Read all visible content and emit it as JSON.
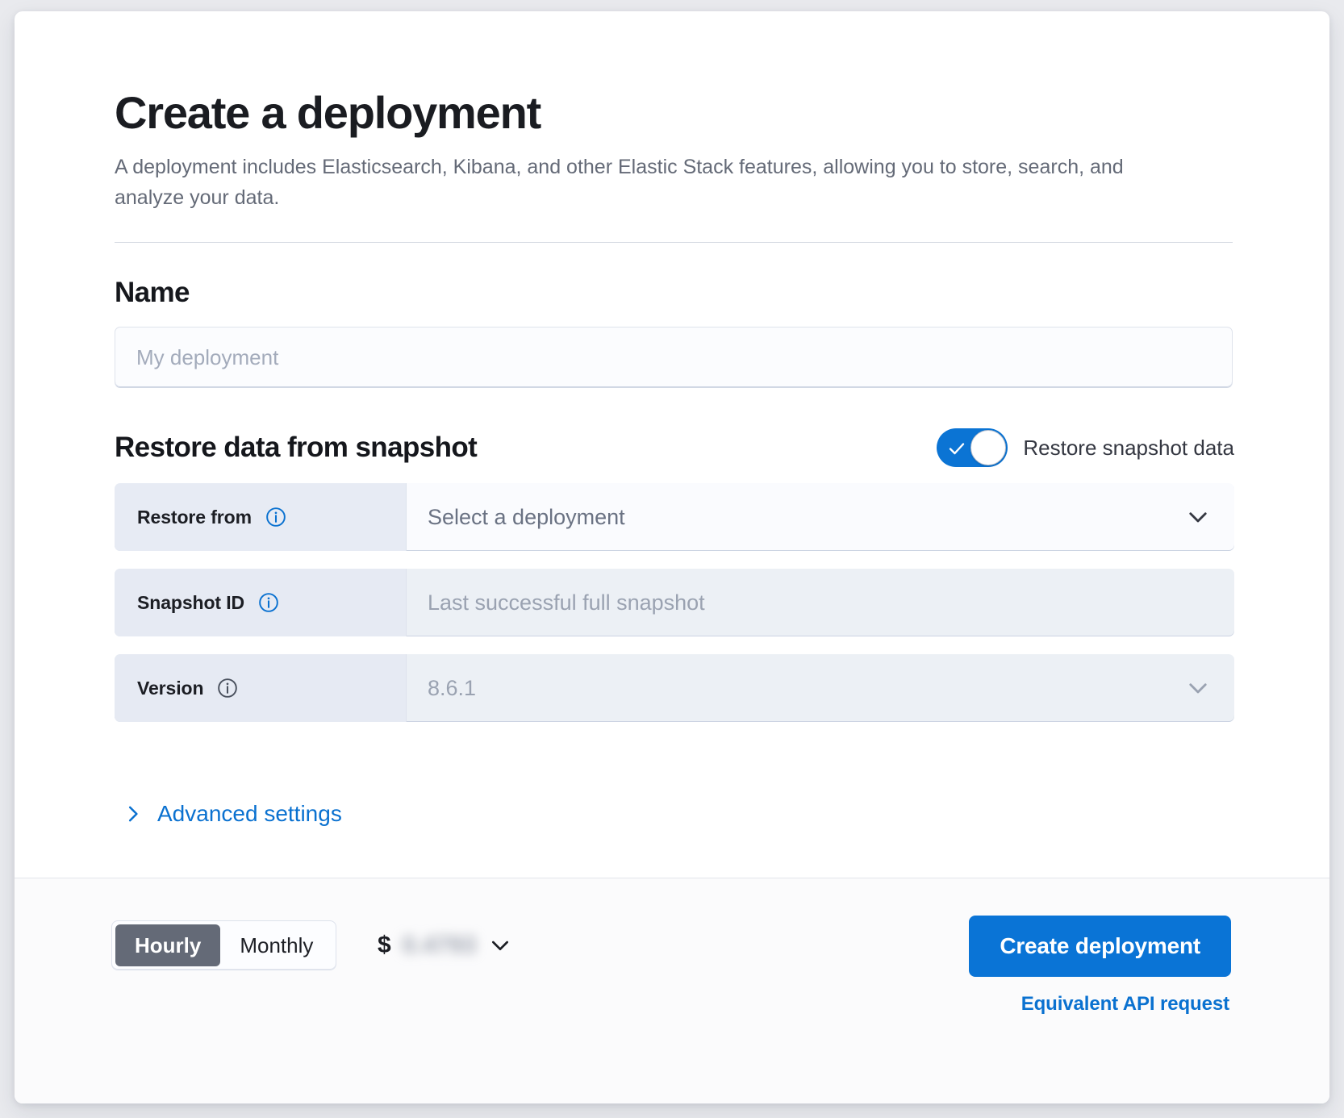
{
  "header": {
    "title": "Create a deployment",
    "description": "A deployment includes Elasticsearch, Kibana, and other Elastic Stack features, allowing you to store, search, and analyze your data."
  },
  "name_section": {
    "heading": "Name",
    "input_value": "",
    "input_placeholder": "My deployment"
  },
  "restore_section": {
    "heading": "Restore data from snapshot",
    "toggle": {
      "label": "Restore snapshot data",
      "checked": true,
      "on_color": "#0b74d4"
    },
    "rows": [
      {
        "label": "Restore from",
        "info_icon": "info-circle-icon",
        "info_icon_color": "#0a71d0",
        "value": "Select a deployment",
        "control": "select",
        "chevron_icon": "chevron-down-icon",
        "disabled": false
      },
      {
        "label": "Snapshot ID",
        "info_icon": "info-circle-icon",
        "info_icon_color": "#0a71d0",
        "value": "Last successful full snapshot",
        "control": "text",
        "chevron_icon": "",
        "disabled": true
      },
      {
        "label": "Version",
        "info_icon": "info-circle-icon",
        "info_icon_color": "#4a515e",
        "value": "8.6.1",
        "control": "select",
        "chevron_icon": "chevron-down-icon",
        "disabled": true
      }
    ],
    "advanced_settings": {
      "label": "Advanced settings",
      "icon": "chevron-right-icon",
      "color": "#0a71d0"
    }
  },
  "footer": {
    "billing_toggle": {
      "options": [
        "Hourly",
        "Monthly"
      ],
      "selected": "Hourly"
    },
    "price": {
      "currency_symbol": "$",
      "amount": "0.4793",
      "redacted": true,
      "chevron_icon": "chevron-down-icon"
    },
    "create_button": "Create deployment",
    "api_link": "Equivalent API request",
    "accent_color": "#0a74d6"
  }
}
